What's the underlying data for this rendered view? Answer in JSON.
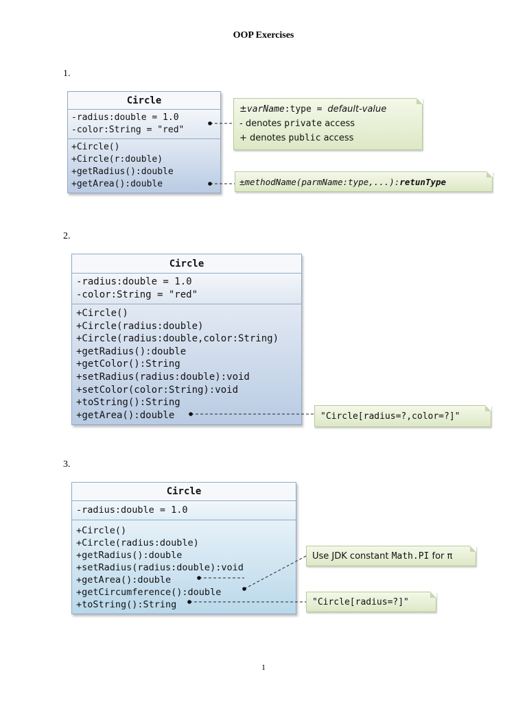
{
  "title": "OOP Exercises",
  "page_number": "1",
  "exercises": [
    {
      "number": "1.",
      "class_name": "Circle",
      "attributes": [
        "-radius:double = 1.0",
        "-color:String = \"red\""
      ],
      "operations": [
        "+Circle()",
        "+Circle(r:double)",
        "+getRadius():double",
        "+getArea():double"
      ],
      "note_attrs": {
        "l1_a": "±",
        "l1_b": "varName",
        "l1_c": ":type = ",
        "l1_d": "default-value",
        "l2_a": "- denotes ",
        "l2_b": "private",
        "l2_c": " access",
        "l3_a": "+ denotes ",
        "l3_b": "public",
        "l3_c": " access"
      },
      "note_ops": {
        "a": "±methodName(",
        "b": "parmName",
        "c": ":type,...):",
        "d": "retunType"
      }
    },
    {
      "number": "2.",
      "class_name": "Circle",
      "attributes": [
        "-radius:double = 1.0",
        "-color:String = \"red\""
      ],
      "operations": [
        "+Circle()",
        "+Circle(radius:double)",
        "+Circle(radius:double,color:String)",
        "+getRadius():double",
        "+getColor():String",
        "+setRadius(radius:double):void",
        "+setColor(color:String):void",
        "+toString():String",
        "+getArea():double"
      ],
      "note": "\"Circle[radius=?,color=?]\""
    },
    {
      "number": "3.",
      "class_name": "Circle",
      "attributes": [
        "-radius:double = 1.0"
      ],
      "operations": [
        "+Circle()",
        "+Circle(radius:double)",
        "+getRadius():double",
        "+setRadius(radius:double):void",
        "+getArea():double",
        "+getCircumference():double",
        "+toString():String"
      ],
      "note_pi": {
        "a": "Use JDK constant ",
        "b": "Math.PI",
        "c": " for π"
      },
      "note_tostring": "\"Circle[radius=?]\""
    }
  ]
}
